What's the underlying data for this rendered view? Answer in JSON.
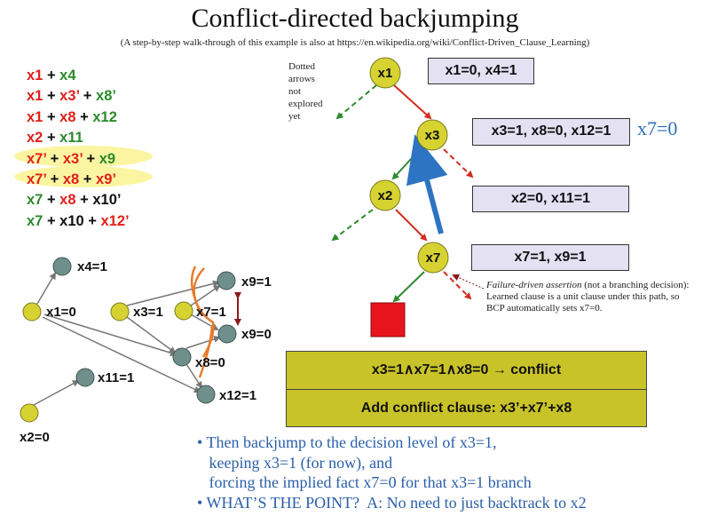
{
  "title": "Conflict-directed backjumping",
  "subtitle": "(A step-by-step walk-through of this example is also at https://en.wikipedia.org/wiki/Conflict-Driven_Clause_Learning)",
  "clauses": [
    [
      {
        "t": "x1",
        "c": "r"
      },
      {
        "t": " + ",
        "c": "k"
      },
      {
        "t": "x4",
        "c": "g"
      }
    ],
    [
      {
        "t": "x1",
        "c": "r"
      },
      {
        "t": " + ",
        "c": "k"
      },
      {
        "t": "x3’",
        "c": "r"
      },
      {
        "t": " + ",
        "c": "k"
      },
      {
        "t": "x8’",
        "c": "g"
      }
    ],
    [
      {
        "t": "x1",
        "c": "r"
      },
      {
        "t": " + ",
        "c": "k"
      },
      {
        "t": "x8",
        "c": "r"
      },
      {
        "t": " + ",
        "c": "k"
      },
      {
        "t": "x12",
        "c": "g"
      }
    ],
    [
      {
        "t": "x2",
        "c": "r"
      },
      {
        "t": " + ",
        "c": "k"
      },
      {
        "t": "x11",
        "c": "g"
      }
    ],
    [
      {
        "t": "x7’",
        "c": "r"
      },
      {
        "t": " + ",
        "c": "k"
      },
      {
        "t": "x3’",
        "c": "r"
      },
      {
        "t": " + ",
        "c": "k"
      },
      {
        "t": "x9",
        "c": "g"
      }
    ],
    [
      {
        "t": "x7’",
        "c": "r"
      },
      {
        "t": " + ",
        "c": "k"
      },
      {
        "t": "x8",
        "c": "r"
      },
      {
        "t": " + ",
        "c": "k"
      },
      {
        "t": "x9’",
        "c": "r"
      }
    ],
    [
      {
        "t": "x7",
        "c": "g"
      },
      {
        "t": " + ",
        "c": "k"
      },
      {
        "t": "x8",
        "c": "r"
      },
      {
        "t": " + ",
        "c": "k"
      },
      {
        "t": "x10’",
        "c": "k"
      }
    ],
    [
      {
        "t": "x7",
        "c": "g"
      },
      {
        "t": " + ",
        "c": "k"
      },
      {
        "t": "x10",
        "c": "k"
      },
      {
        "t": " + ",
        "c": "k"
      },
      {
        "t": "x12’",
        "c": "r"
      }
    ]
  ],
  "tree": {
    "nodes": [
      "x1",
      "x3",
      "x2",
      "x7"
    ],
    "boxes": [
      "x1=0, x4=1",
      "x3=1, x8=0, x12=1",
      "x2=0, x11=1",
      "x7=1, x9=1"
    ],
    "note_dotted": [
      "Dotted",
      "arrows",
      "not",
      "explored",
      "yet"
    ],
    "x7_assert": "x7=0",
    "note_failure_italic": "Failure-driven assertion",
    "note_failure": [
      " (not a branching decision):",
      "Learned clause is a unit clause under this path, so",
      "BCP automatically sets x7=0."
    ]
  },
  "graph_labels": {
    "x4": "x4=1",
    "x1": "x1=0",
    "x3": "x3=1",
    "x7": "x7=1",
    "x9a": "x9=1",
    "x9b": "x9=0",
    "x8": "x8=0",
    "x11": "x11=1",
    "x12": "x12=1",
    "x2": "x2=0"
  },
  "conflict": {
    "expr": "x3=1∧x7=1∧x8=0 → conflict",
    "clause": "Add conflict clause: x3’+x7’+x8"
  },
  "bullets": [
    "• Then backjump to the decision level of x3=1,",
    "   keeping x3=1 (for now), and",
    "   forcing the implied fact x7=0 for that x3=1 branch",
    "• WHAT’S THE POINT?  A: No need to just backtrack to x2"
  ],
  "colors": {
    "decision_node": "#d6d232",
    "implied_node": "#6f8f8c",
    "true_branch": "#2e8b2e",
    "false_branch": "#d42a20",
    "backjump_arrow": "#2d74c2",
    "conflict_square": "#e8141c",
    "box_fill": "#e3e1f2",
    "conflict_panel": "#c9c32a",
    "bullet_text": "#2b5fa8"
  }
}
